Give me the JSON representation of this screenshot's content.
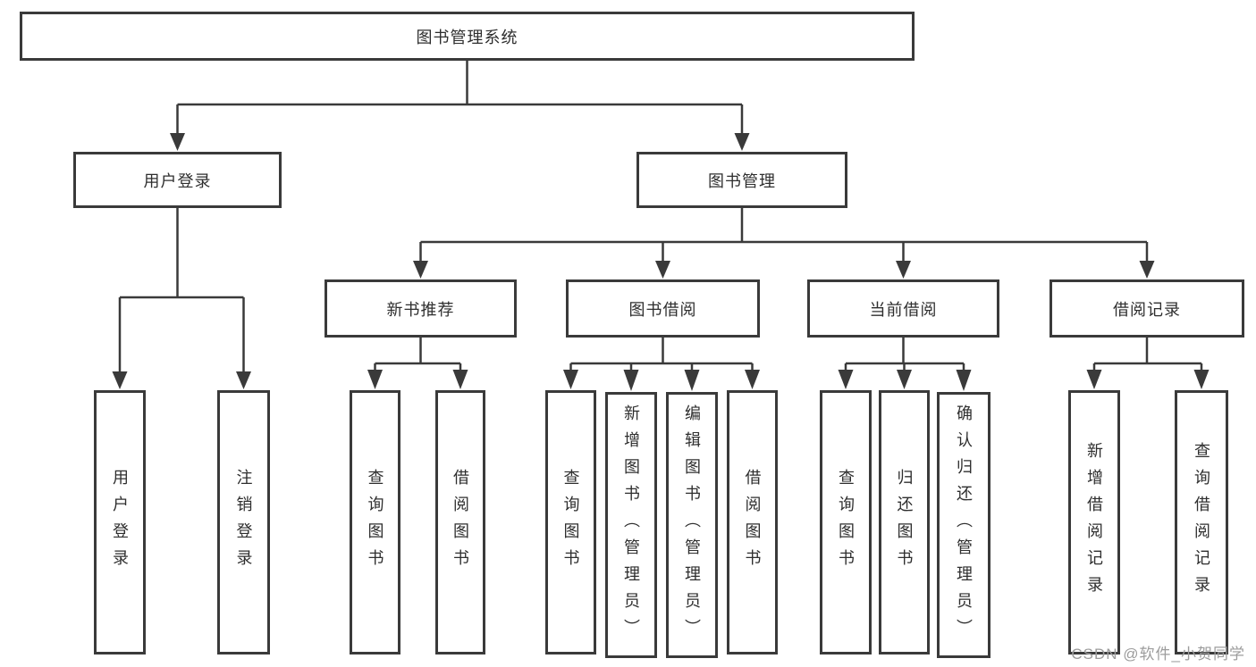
{
  "tree": {
    "label": "图书管理系统",
    "children": [
      {
        "label": "用户登录",
        "children": [
          {
            "label": "用户登录"
          },
          {
            "label": "注销登录"
          }
        ]
      },
      {
        "label": "图书管理",
        "children": [
          {
            "label": "新书推荐",
            "children": [
              {
                "label": "查询图书"
              },
              {
                "label": "借阅图书"
              }
            ]
          },
          {
            "label": "图书借阅",
            "children": [
              {
                "label": "查询图书"
              },
              {
                "label": "新增图书（管理员）"
              },
              {
                "label": "编辑图书（管理员）"
              },
              {
                "label": "借阅图书"
              }
            ]
          },
          {
            "label": "当前借阅",
            "children": [
              {
                "label": "查询图书"
              },
              {
                "label": "归还图书"
              },
              {
                "label": "确认归还（管理员）"
              }
            ]
          },
          {
            "label": "借阅记录",
            "children": [
              {
                "label": "新增借阅记录"
              },
              {
                "label": "查询借阅记录"
              }
            ]
          }
        ]
      }
    ]
  },
  "watermark": "CSDN @软件_小贺同学",
  "colors": {
    "line": "#3a3a3a",
    "box_border": "#3a3a3a",
    "text": "#2e2e2e",
    "watermark": "#9c9c9c",
    "background": "#ffffff"
  }
}
